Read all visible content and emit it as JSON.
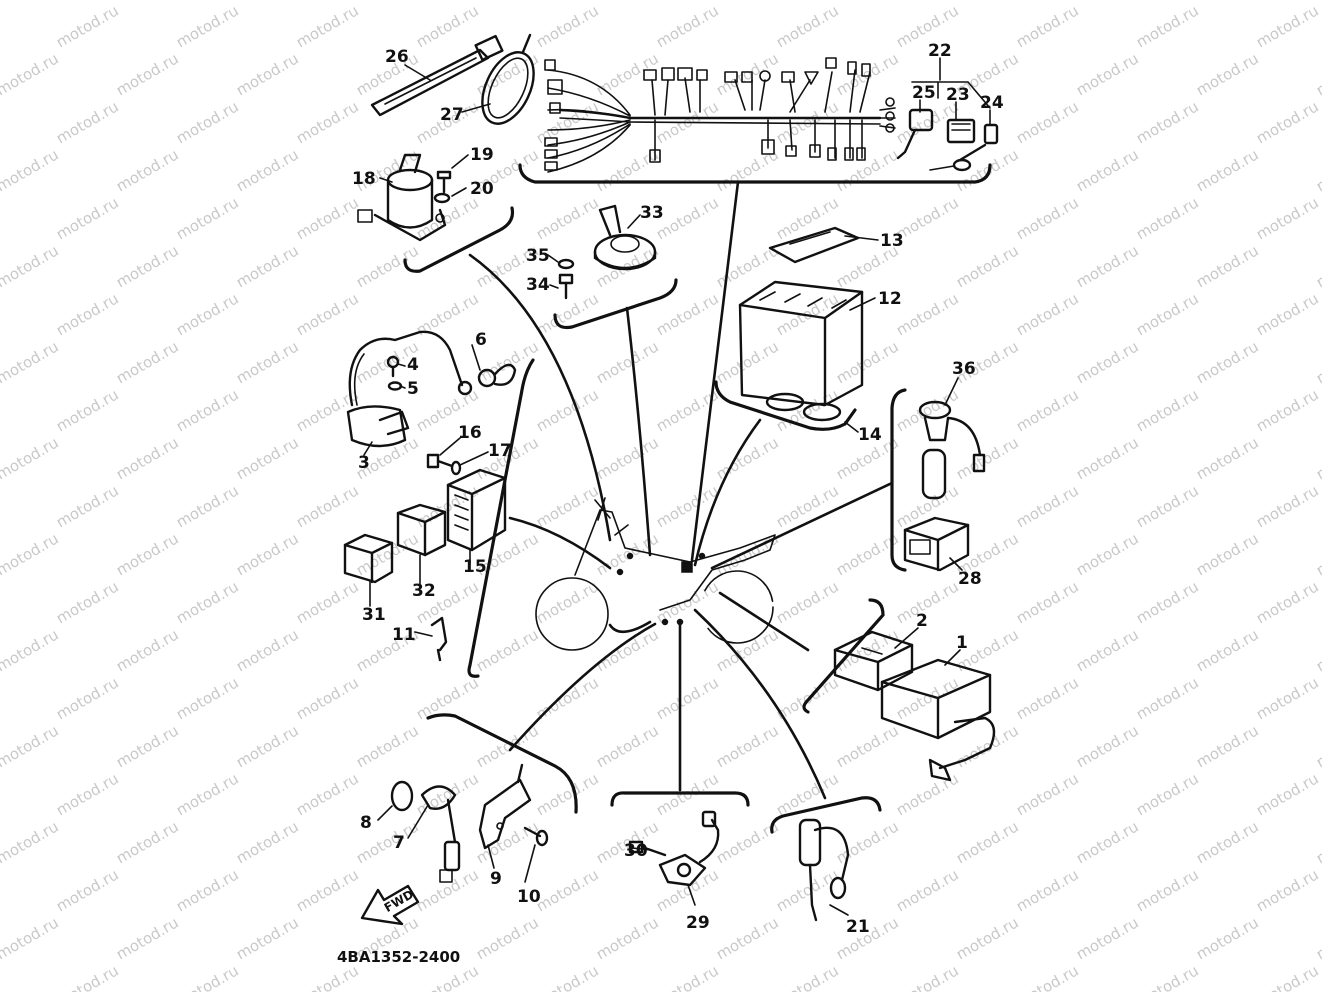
{
  "watermark_text": "motod.ru",
  "diagram_code": "4BA1352-2400",
  "fwd_arrow_text": "FWD",
  "part_labels": {
    "p1": "1",
    "p2": "2",
    "p3": "3",
    "p4": "4",
    "p5": "5",
    "p6": "6",
    "p7": "7",
    "p8": "8",
    "p9": "9",
    "p10": "10",
    "p11": "11",
    "p12": "12",
    "p13": "13",
    "p14": "14",
    "p15": "15",
    "p16": "16",
    "p17": "17",
    "p18": "18",
    "p19": "19",
    "p20": "20",
    "p21": "21",
    "p22": "22",
    "p23": "23",
    "p24": "24",
    "p25": "25",
    "p26": "26",
    "p27": "27",
    "p28": "28",
    "p29": "29",
    "p30": "30",
    "p31": "31",
    "p32": "32",
    "p33": "33",
    "p34": "34",
    "p35": "35",
    "p36": "36"
  }
}
